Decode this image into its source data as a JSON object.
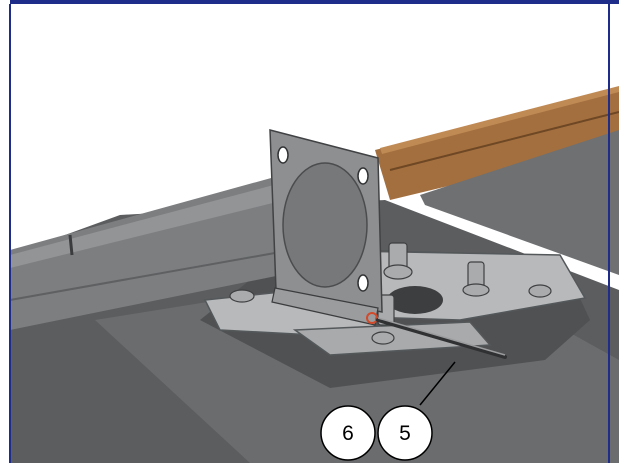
{
  "colors": {
    "frame_border": "#1f2d8a",
    "floor_dark": "#5b5d5f",
    "floor_mid": "#6e7072",
    "panel_light": "#8b8d8f",
    "metal_plate": "#b7b9bb",
    "tube": "#7c7e80",
    "wood": "#a36f3f",
    "wood_dark": "#6e4724",
    "bolt": "#a9abad",
    "callout_stroke": "#000000",
    "callout_fill": "#ffffff",
    "highlight_ring": "#d24a2a"
  },
  "callouts": [
    {
      "id": "left",
      "label": "6"
    },
    {
      "id": "right",
      "label": "5"
    }
  ]
}
